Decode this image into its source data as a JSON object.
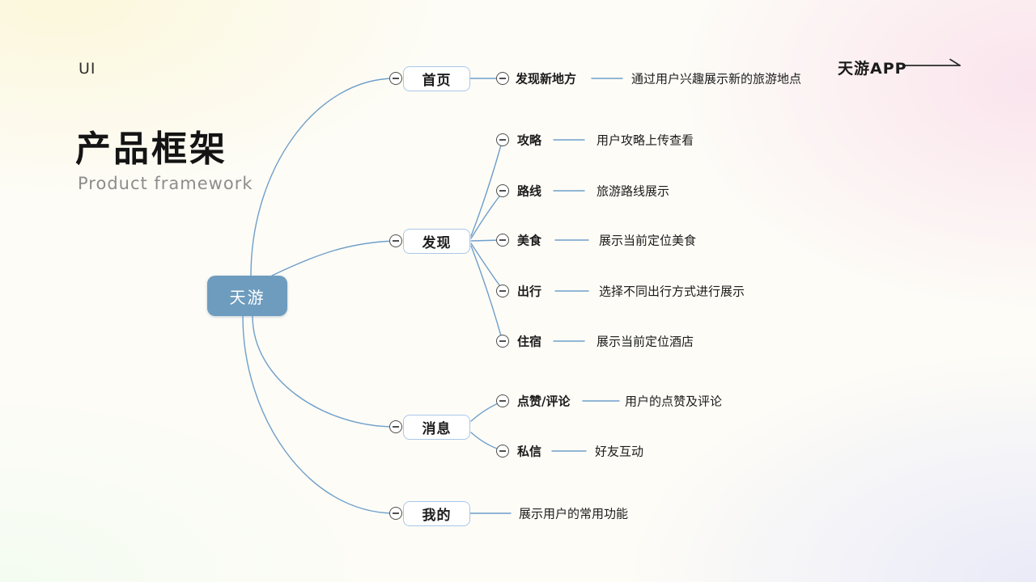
{
  "header": {
    "ui_label": "UI",
    "title": "产品框架",
    "subtitle": "Product framework"
  },
  "annotation": {
    "app_label": "天游APP",
    "arrow_icon": "right-arrow"
  },
  "colors": {
    "root_fill": "#6E9CBE",
    "node_border": "#A9C8E8",
    "connector_line": "#6F9FCA",
    "collapse_icon": "#4F4F4F",
    "title_text": "#141414",
    "subtitle_text": "#8D8D8D",
    "bg_top_left": "#FCF7DA",
    "bg_top_right": "#FAE2EC",
    "bg_bottom_right": "#E9E9F8",
    "bg_bottom_left": "#F2FCF0"
  },
  "mindmap": {
    "root": {
      "label": "天游"
    },
    "branches": [
      {
        "label": "首页",
        "children": [
          {
            "label": "发现新地方",
            "desc": "通过用户兴趣展示新的旅游地点"
          }
        ]
      },
      {
        "label": "发现",
        "children": [
          {
            "label": "攻略",
            "desc": "用户攻略上传查看"
          },
          {
            "label": "路线",
            "desc": "旅游路线展示"
          },
          {
            "label": "美食",
            "desc": "展示当前定位美食"
          },
          {
            "label": "出行",
            "desc": "选择不同出行方式进行展示"
          },
          {
            "label": "住宿",
            "desc": "展示当前定位酒店"
          }
        ]
      },
      {
        "label": "消息",
        "children": [
          {
            "label": "点赞/评论",
            "desc": "用户的点赞及评论"
          },
          {
            "label": "私信",
            "desc": "好友互动"
          }
        ]
      },
      {
        "label": "我的",
        "desc": "展示用户的常用功能"
      }
    ]
  }
}
